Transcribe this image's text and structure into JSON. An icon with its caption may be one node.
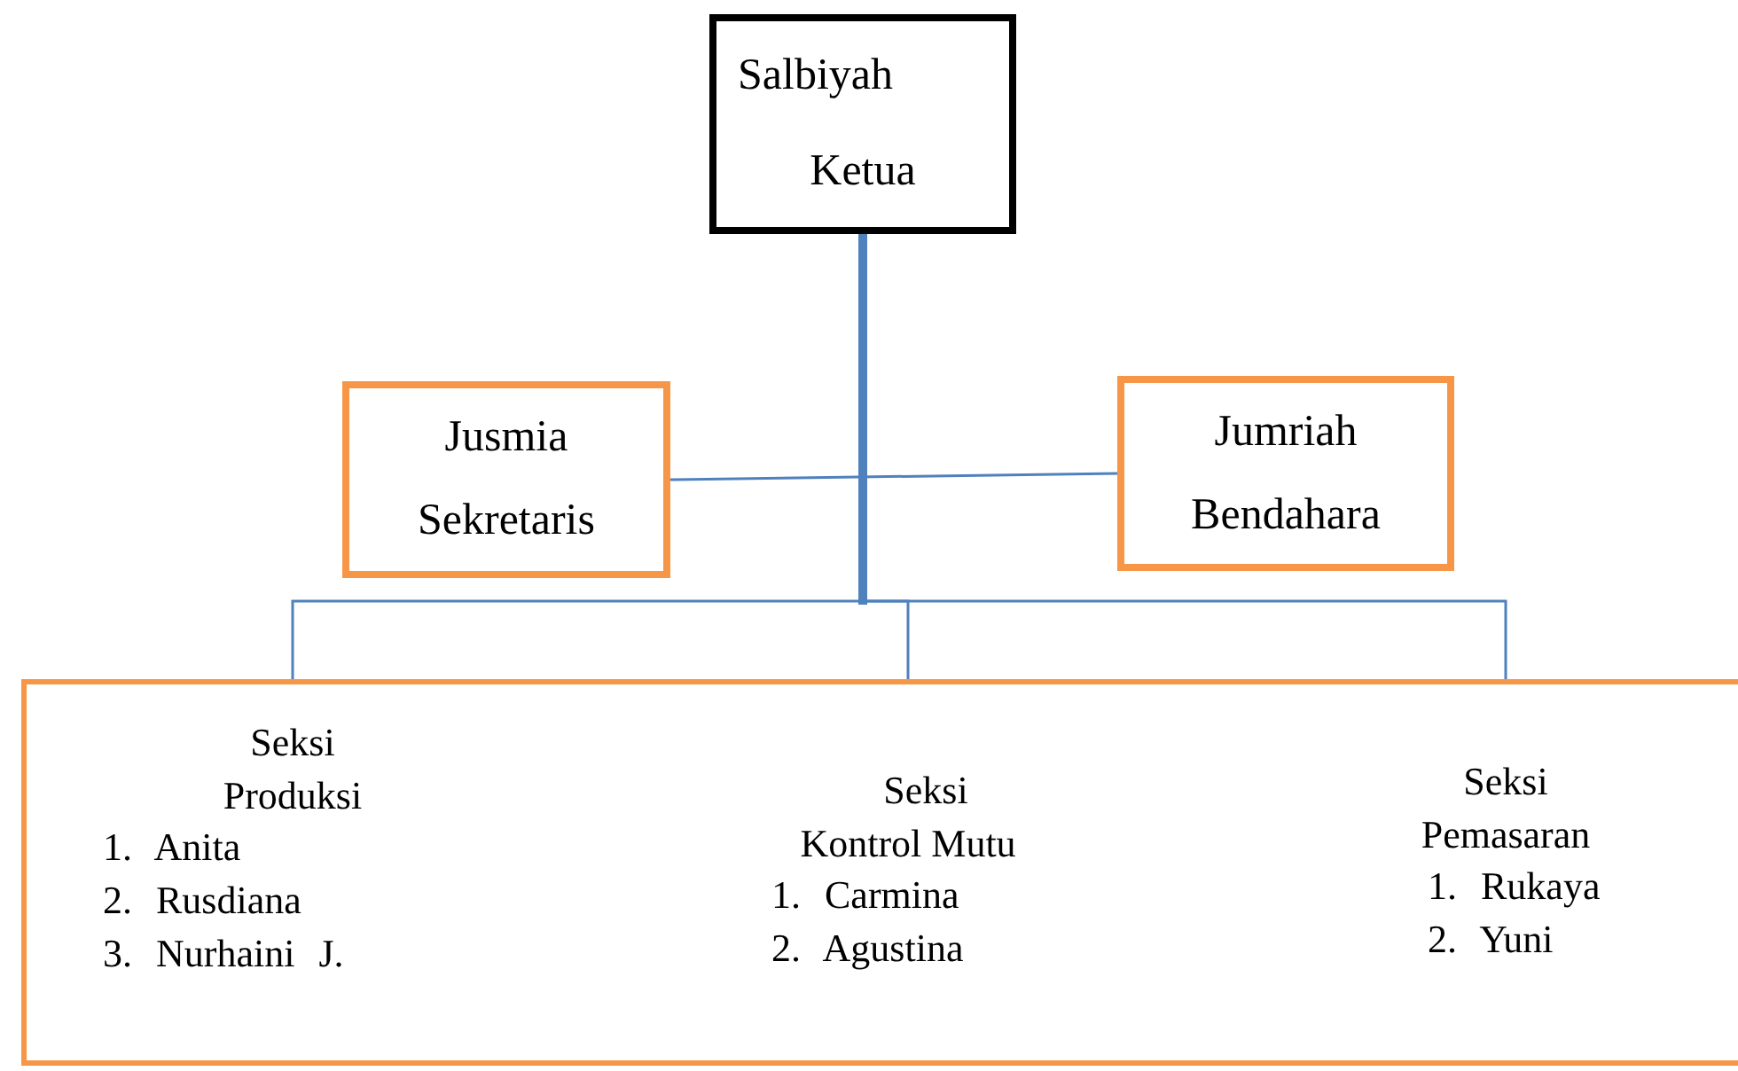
{
  "diagram": {
    "nodes": [
      {
        "text": [
          "Salbiyah",
          "Ketua"
        ]
      },
      {
        "text": [
          "Jusmia",
          "Sekretaris"
        ]
      },
      {
        "text": [
          "Jumriah",
          "Bendahara"
        ]
      },
      {
        "text": [],
        "shape": "box"
      },
      {
        "text": [
          "Seksi Produksi",
          "1. Anita",
          "2. Rusdiana",
          "3. Nurhaini J."
        ],
        "in": 3
      },
      {
        "text": [
          "Seksi Kontrol Mutu",
          "1. Carmina",
          "2. Agustina"
        ],
        "in": 3
      },
      {
        "text": [
          "Seksi Pemasaran",
          "1. Rukaya",
          "2. Yuni"
        ],
        "in": 3
      }
    ],
    "edges": [
      {
        "from": 0,
        "to": 4,
        "arrow": "none"
      },
      {
        "from": 0,
        "to": 5,
        "arrow": "none"
      },
      {
        "from": 0,
        "to": 6,
        "arrow": "none"
      },
      {
        "from": 1,
        "to": 2,
        "arrow": "none"
      }
    ]
  }
}
